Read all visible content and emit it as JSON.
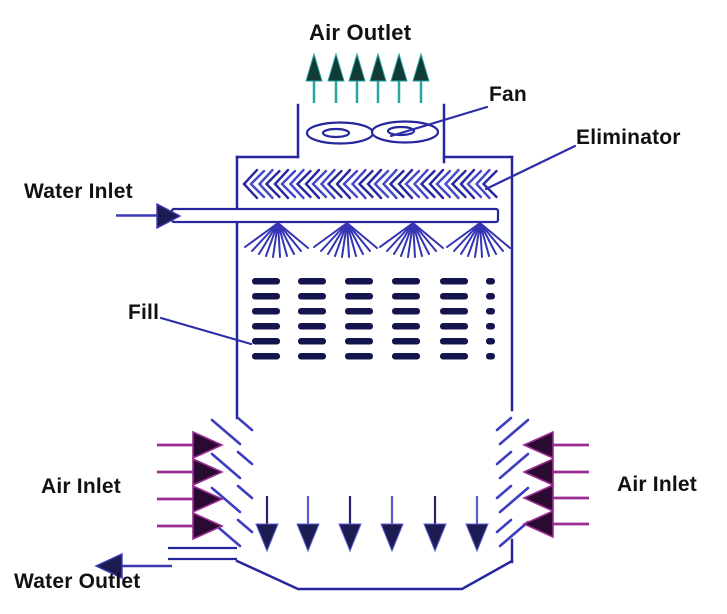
{
  "diagram": {
    "labels": {
      "air_outlet": "Air Outlet",
      "fan": "Fan",
      "eliminator": "Eliminator",
      "water_inlet": "Water Inlet",
      "fill": "Fill",
      "air_inlet_left": "Air Inlet",
      "air_inlet_right": "Air Inlet",
      "water_outlet": "Water Outlet"
    },
    "colors": {
      "background": "#ffffff",
      "label_text": "#111111",
      "line": "#26269e",
      "leader": "#2d2daa",
      "chevron_dark": "#26269e",
      "chevron_light": "#4646c8",
      "spray": "#3434b4",
      "fill_dash": "#15154d",
      "louver": "#3d3dc0",
      "teal_stem": "#2aa5a0",
      "teal_head": "#123a38",
      "magenta_stem": "#9b2d92",
      "magenta_head": "#2a0a30",
      "navy_head": "#1c1c52",
      "down_stem_light": "#5c5cd0",
      "down_stem_dark": "#23236b",
      "water_arrow_stem": "#3a3ab8"
    }
  }
}
